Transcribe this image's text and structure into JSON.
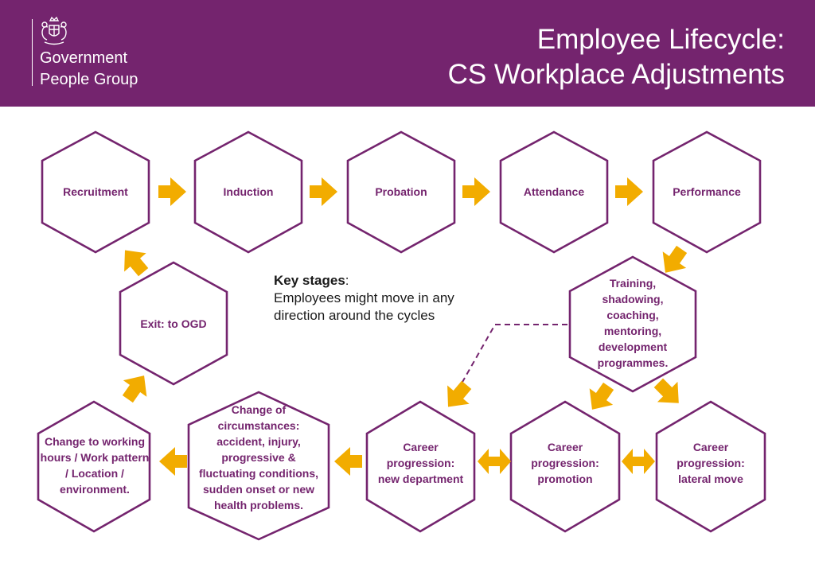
{
  "header": {
    "org_name_line1": "Government",
    "org_name_line2": "People Group",
    "title_line1": "Employee Lifecycle:",
    "title_line2": "CS Workplace Adjustments",
    "crest_icon": "royal-coat-of-arms-icon"
  },
  "colors": {
    "header_background": "#74246e",
    "hexagon_border": "#74246e",
    "label_text": "#74246e",
    "arrow": "#f2ac00"
  },
  "stages": {
    "recruitment": {
      "lines": [
        "Recruitment"
      ]
    },
    "induction": {
      "lines": [
        "Induction"
      ]
    },
    "probation": {
      "lines": [
        "Probation"
      ]
    },
    "attendance": {
      "lines": [
        "Attendance"
      ]
    },
    "performance": {
      "lines": [
        "Performance"
      ]
    },
    "training": {
      "lines": [
        "Training,",
        "shadowing,",
        "coaching,",
        "mentoring,",
        "development",
        "programmes."
      ]
    },
    "exit": {
      "lines": [
        "Exit: to OGD"
      ]
    },
    "change_working": {
      "lines": [
        "Change to working",
        "hours / Work pattern",
        "/ Location /",
        "environment."
      ]
    },
    "change_circumstances": {
      "lines": [
        "Change of",
        "circumstances:",
        "accident, injury,",
        "progressive &",
        "fluctuating conditions,",
        "sudden onset or new",
        "health problems."
      ]
    },
    "career_new_department": {
      "lines": [
        "Career",
        "progression:",
        "new department"
      ]
    },
    "career_promotion": {
      "lines": [
        "Career",
        "progression:",
        "promotion"
      ]
    },
    "career_lateral": {
      "lines": [
        "Career",
        "progression:",
        "lateral move"
      ]
    }
  },
  "note": {
    "title": "Key stages",
    "title_suffix": ":",
    "line1": "Employees might move in any",
    "line2": "direction around the cycles"
  }
}
